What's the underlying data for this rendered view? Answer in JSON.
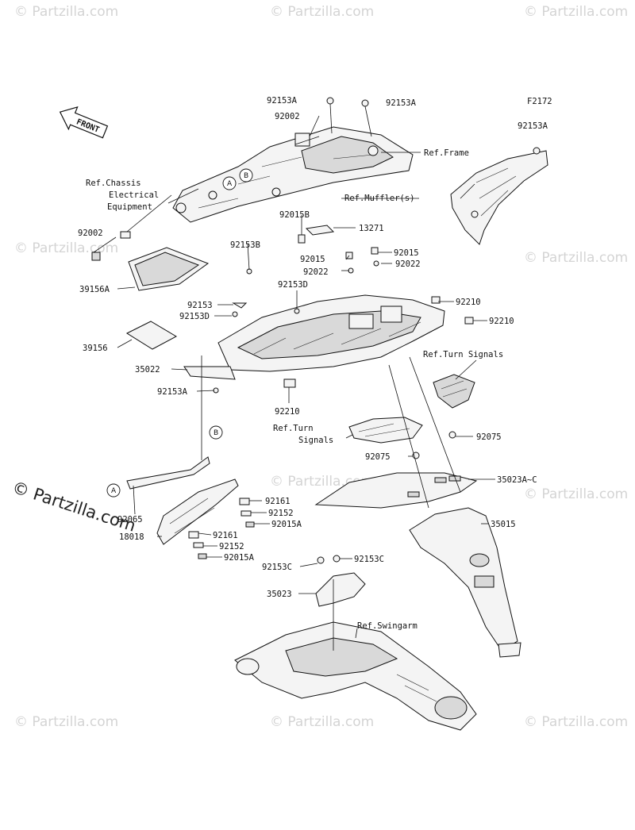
{
  "figure_code": "F2172",
  "front_label": "FRONT",
  "watermark_text": "© Partzilla.com",
  "watermark_big": "© Partzilla.com",
  "callouts": {
    "A": "A",
    "B": "B"
  },
  "labels": {
    "p92153A_top1": "92153A",
    "p92153A_top2": "92153A",
    "p92002_top": "92002",
    "ref_frame": "Ref.Frame",
    "p92153A_right": "92153A",
    "ref_chassis_1": "Ref.Chassis",
    "ref_chassis_2": "Electrical",
    "ref_chassis_3": "Equipment",
    "ref_muffler": "Ref.Muffler(s)",
    "p92015B": "92015B",
    "p13271": "13271",
    "p92002_left": "92002",
    "p92153B": "92153B",
    "p92015": "92015",
    "p92015_right": "92015",
    "p92022": "92022",
    "p92022_right": "92022",
    "p39156A": "39156A",
    "p92153D_mid": "92153D",
    "p92210_1": "92210",
    "p92153": "92153",
    "p92153D": "92153D",
    "p92210_2": "92210",
    "p39156": "39156",
    "ref_turn_signals_r": "Ref.Turn Signals",
    "p35022": "35022",
    "p92153A_bottom": "92153A",
    "p92210_3": "92210",
    "ref_turn_signals_l1": "Ref.Turn",
    "ref_turn_signals_l2": "Signals",
    "p92075_1": "92075",
    "p92075_2": "92075",
    "p35023AC": "35023A~C",
    "p92161_1": "92161",
    "p92152_1": "92152",
    "p92065": "92065",
    "p92015A_1": "92015A",
    "p35015": "35015",
    "p92161_2": "92161",
    "p18018": "18018",
    "p92152_2": "92152",
    "p92015A_2": "92015A",
    "p92153C_1": "92153C",
    "p92153C_2": "92153C",
    "p35023": "35023",
    "ref_swingarm": "Ref.Swingarm"
  }
}
